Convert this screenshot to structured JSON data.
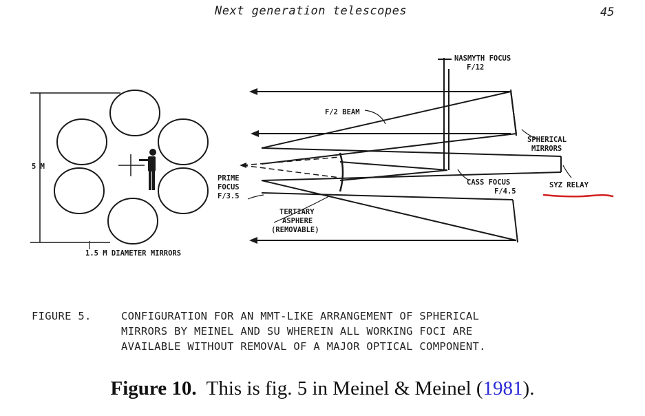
{
  "header": {
    "running_head": "Next generation telescopes",
    "page_number": "45"
  },
  "figure": {
    "labels": {
      "diameter": "5 M",
      "mirrors": "1.5 M DIAMETER MIRRORS",
      "prime_focus_1": "PRIME",
      "prime_focus_2": "FOCUS",
      "prime_focus_3": "F/3.5",
      "nasmyth_1": "NASMYTH FOCUS",
      "nasmyth_2": "F/12",
      "beam": "F/2 BEAM",
      "spherical_1": "SPHERICAL",
      "spherical_2": "MIRRORS",
      "cass_1": "CASS FOCUS",
      "cass_2": "F/4.5",
      "syz_relay": "SYZ RELAY",
      "tertiary_1": "TERTIARY",
      "tertiary_2": "ASPHERE",
      "tertiary_3": "(REMOVABLE)"
    },
    "colors": {
      "ink": "#1a1a1a",
      "annotation": "#d42020"
    }
  },
  "figure_caption": {
    "label": "FIGURE 5.",
    "lines": [
      "CONFIGURATION FOR AN MMT-LIKE ARRANGEMENT OF SPHERICAL",
      "MIRRORS BY MEINEL AND SU WHEREIN ALL WORKING FOCI ARE",
      "AVAILABLE WITHOUT REMOVAL OF A MAJOR OPTICAL COMPONENT."
    ]
  },
  "caption": {
    "label": "Figure 10.",
    "text_before": "This is fig. 5 in Meinel & Meinel (",
    "citation": "1981",
    "text_after": ")."
  }
}
